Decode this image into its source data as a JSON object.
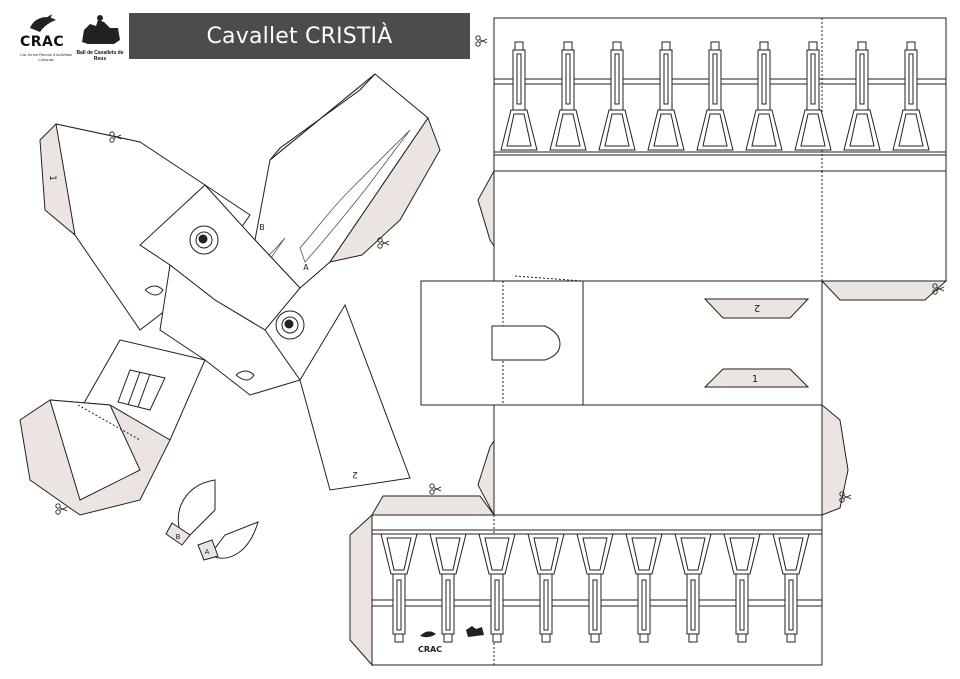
{
  "title": "Cavallet CRISTIÀ",
  "logos": {
    "crac": {
      "name": "CRAC",
      "subtitle": "Cal Jeroni Reunió d'Activitats Culturals"
    },
    "ball": {
      "caption": "Ball de Cavallets de Reus"
    }
  },
  "tab_labels": [
    "1",
    "2",
    "1",
    "2",
    "A",
    "B",
    "A",
    "B"
  ],
  "colors": {
    "banner": "#4d4b4c",
    "flap": "#ece4e0",
    "line": "#222222"
  }
}
